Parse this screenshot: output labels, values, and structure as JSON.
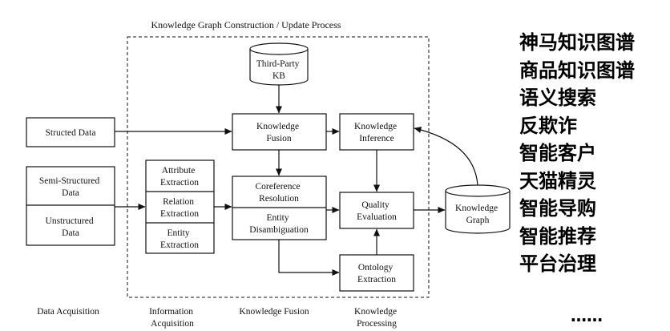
{
  "title": "Knowledge Graph Construction / Update Process",
  "nodes": {
    "third_party_kb": [
      "Third-Party",
      "KB"
    ],
    "structed_data": [
      "Structed Data"
    ],
    "semi_structured_data": [
      "Semi-Structured",
      "Data"
    ],
    "unstructured_data": [
      "Unstructured",
      "Data"
    ],
    "attribute_extraction": [
      "Attribute",
      "Extraction"
    ],
    "relation_extraction": [
      "Relation",
      "Extraction"
    ],
    "entity_extraction": [
      "Entity",
      "Extraction"
    ],
    "knowledge_fusion": [
      "Knowledge",
      "Fusion"
    ],
    "coreference_resolution": [
      "Coreference",
      "Resolution"
    ],
    "entity_disambiguation": [
      "Entity",
      "Disambiguation"
    ],
    "knowledge_inference": [
      "Knowledge",
      "Inference"
    ],
    "quality_evaluation": [
      "Quality",
      "Evaluation"
    ],
    "ontology_extraction": [
      "Ontology",
      "Extraction"
    ],
    "knowledge_graph": [
      "Knowledge",
      "Graph"
    ]
  },
  "stages": {
    "data_acquisition": [
      "Data Acquisition"
    ],
    "information_acquisition": [
      "Information",
      "Acquisition"
    ],
    "knowledge_fusion": [
      "Knowledge Fusion"
    ],
    "knowledge_processing": [
      "Knowledge",
      "Processing"
    ]
  },
  "applications": [
    "神马知识图谱",
    "商品知识图谱",
    "语义搜索",
    "反欺诈",
    "智能客户",
    "天猫精灵",
    "智能导购",
    "智能推荐",
    "平台治理"
  ],
  "ellipsis": "……"
}
